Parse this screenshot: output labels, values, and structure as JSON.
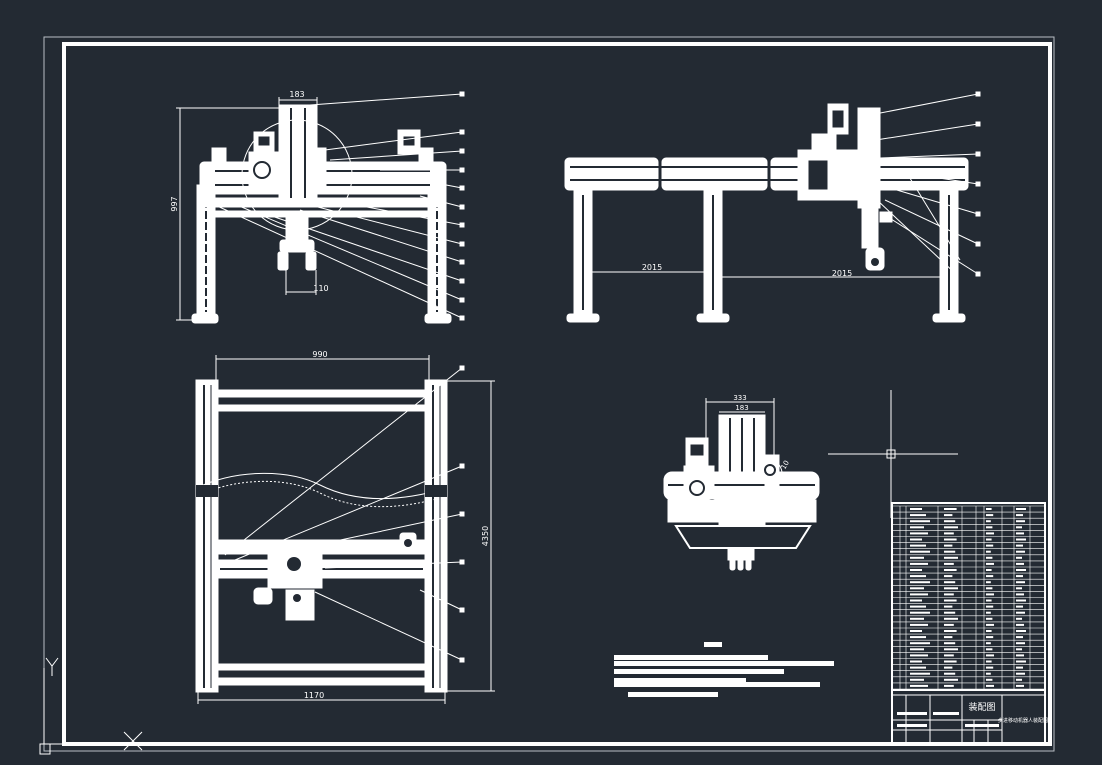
{
  "colors": {
    "background": "#232a33",
    "line": "#ffffff",
    "outer_frame": "#b9bec4"
  },
  "front_view": {
    "dim_top": "183",
    "dim_left": "997",
    "dim_bottom": "110"
  },
  "side_view": {
    "dim_span_1": "2015",
    "dim_span_2": "2015"
  },
  "top_view": {
    "dim_top": "990",
    "dim_right": "4350",
    "dim_bottom": "1170"
  },
  "detail_view": {
    "dim_outer": "333",
    "dim_inner": "183",
    "dim_angle": "10"
  },
  "title_block": {
    "drawing_title": "装配图",
    "part_name": "步进移动机器人装配图"
  },
  "icons": {
    "ucs": "ucs-axis-icon",
    "crosshair": "cursor-crosshair-icon"
  }
}
